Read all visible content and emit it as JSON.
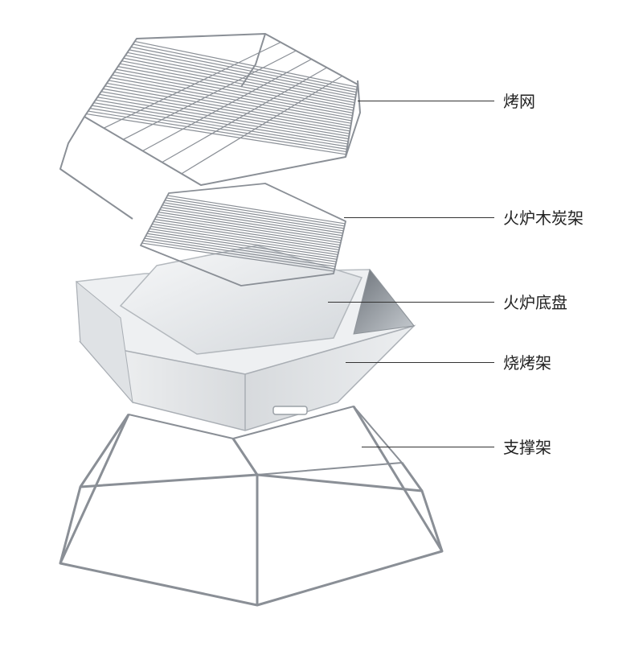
{
  "parts": [
    {
      "id": "grill-net",
      "label": "烤网"
    },
    {
      "id": "charcoal-rack",
      "label": "火炉木炭架"
    },
    {
      "id": "base-pan",
      "label": "火炉底盘"
    },
    {
      "id": "grill-body",
      "label": "烧烤架"
    },
    {
      "id": "support-stand",
      "label": "支撑架"
    }
  ],
  "colors": {
    "wire": "#8a8f96",
    "steel_light": "#e8eaec",
    "steel_mid": "#c9cdd1",
    "steel_dark": "#9aa0a6",
    "line": "#333333",
    "text": "#222222"
  }
}
